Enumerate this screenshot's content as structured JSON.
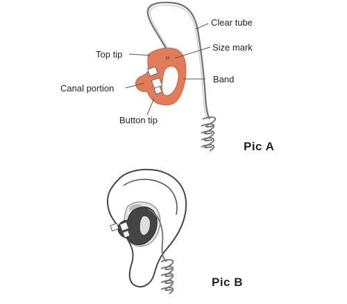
{
  "pic_a": {
    "title": "Pic A",
    "labels": {
      "clear_tube": "Clear tube",
      "size_mark": "Size mark",
      "top_tip": "Top tip",
      "band": "Band",
      "canal_portion": "Canal portion",
      "button_tip": "Button tip"
    },
    "size_mark_text": "M"
  },
  "pic_b": {
    "title": "Pic B"
  },
  "colors": {
    "earmold": "#e07c5a",
    "earmold_dark": "#c9603f",
    "line": "#555555",
    "tube": "#777777",
    "ear_outline": "#444444",
    "ear_shade": "#cccccc"
  }
}
